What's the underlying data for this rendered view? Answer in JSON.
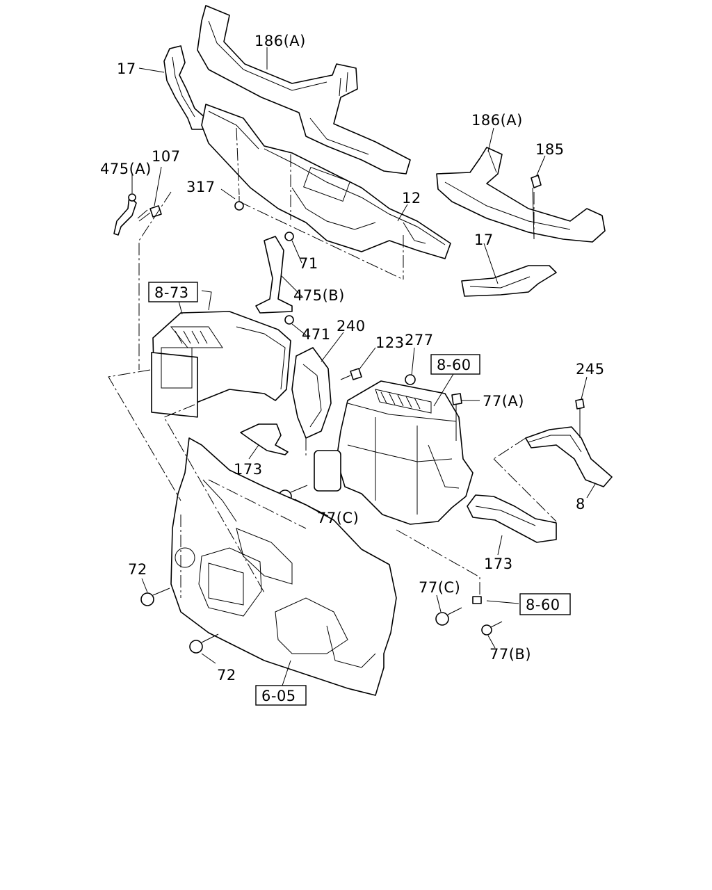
{
  "labels": {
    "l186a_top": "186(A)",
    "l17_top": "17",
    "l475a": "475(A)",
    "l107": "107",
    "l317": "317",
    "l186a_right": "186(A)",
    "l185": "185",
    "l12": "12",
    "l17_right": "17",
    "l71": "71",
    "l475b": "475(B)",
    "l471": "471",
    "l240": "240",
    "l123": "123",
    "l277": "277",
    "l77a": "77(A)",
    "l245": "245",
    "l173_left": "173",
    "l77c_mid": "77(C)",
    "l8": "8",
    "l173_right": "173",
    "l72_top": "72",
    "l77c_low": "77(C)",
    "l77b": "77(B)",
    "l72_bottom": "72"
  },
  "refs": {
    "r873": "8-73",
    "r860_top": "8-60",
    "r860_bottom": "8-60",
    "r605": "6-05"
  }
}
